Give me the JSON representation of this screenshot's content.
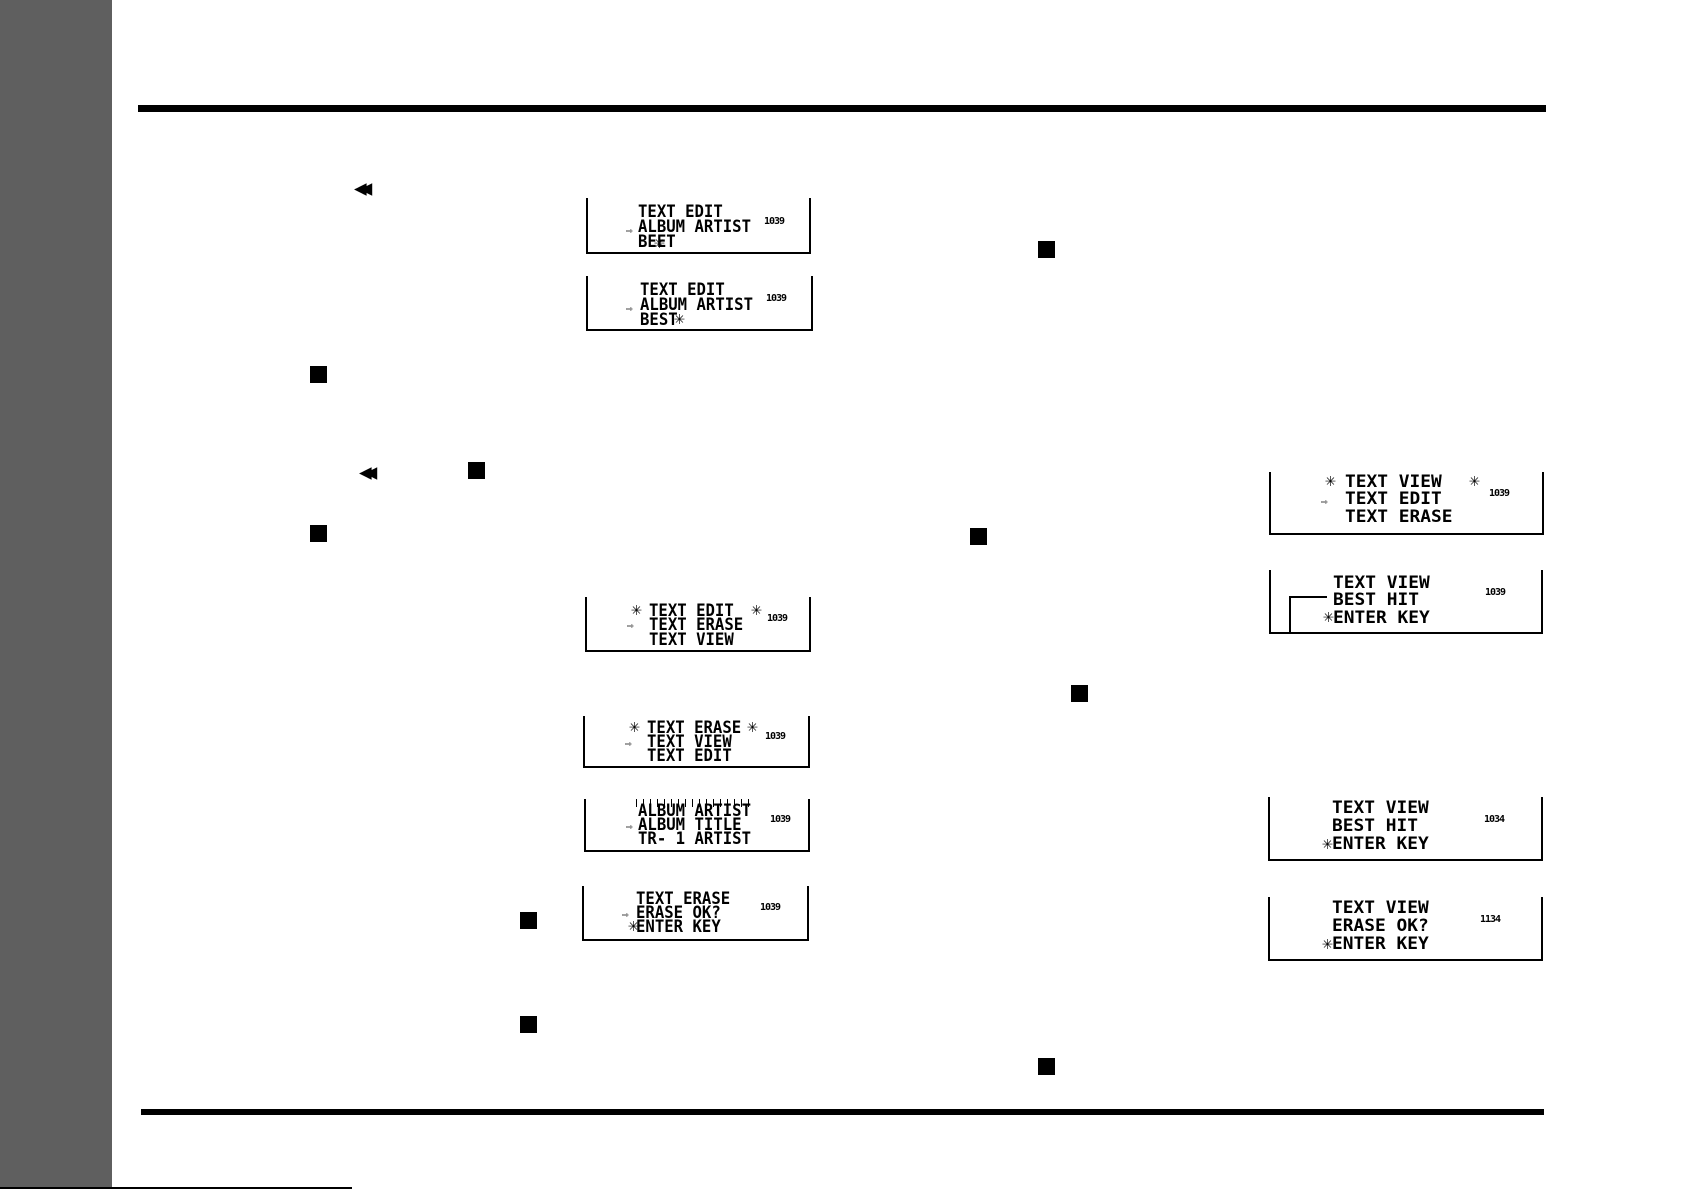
{
  "icons": {
    "rewind": "rewind-icon",
    "stop": "stop-icon",
    "pointer": "pointer-arrow-icon",
    "cursor": "cursor-triangle-icon",
    "flash": "blinking-flash-icon"
  },
  "rewind_glyph": "◀◀",
  "pointer_glyph": "⇨",
  "flash_glyph": "✳",
  "cursor_glyph": "▶",
  "cursor_left_glyph": "◀",
  "displays": [
    {
      "rows": [
        "TEXT EDIT",
        "ALBUM ARTIST",
        "BEET"
      ],
      "counter": "1039"
    },
    {
      "rows": [
        "TEXT EDIT",
        "ALBUM ARTIST",
        "BEST"
      ],
      "counter": "1039"
    },
    {
      "rows": [
        "TEXT EDIT",
        "TEXT ERASE",
        "TEXT VIEW"
      ],
      "counter": "1039"
    },
    {
      "rows": [
        "TEXT ERASE",
        "TEXT VIEW",
        "TEXT EDIT"
      ],
      "counter": "1039"
    },
    {
      "rows": [
        "ALBUM ARTIST",
        "ALBUM TITLE",
        "TR- 1 ARTIST"
      ],
      "counter": "1039"
    },
    {
      "rows": [
        "TEXT ERASE",
        "ERASE OK?",
        "ENTER KEY"
      ],
      "counter": "1039"
    },
    {
      "rows": [
        "TEXT VIEW",
        "TEXT EDIT",
        "TEXT ERASE"
      ],
      "counter": "1039"
    },
    {
      "rows": [
        "TEXT VIEW",
        "BEST HIT",
        "ENTER KEY"
      ],
      "counter": "1039"
    },
    {
      "rows": [
        "TEXT VIEW",
        "BEST HIT",
        "ENTER KEY"
      ],
      "counter": "1034"
    },
    {
      "rows": [
        "TEXT VIEW",
        "ERASE OK?",
        "ENTER KEY"
      ],
      "counter": "1134"
    }
  ]
}
